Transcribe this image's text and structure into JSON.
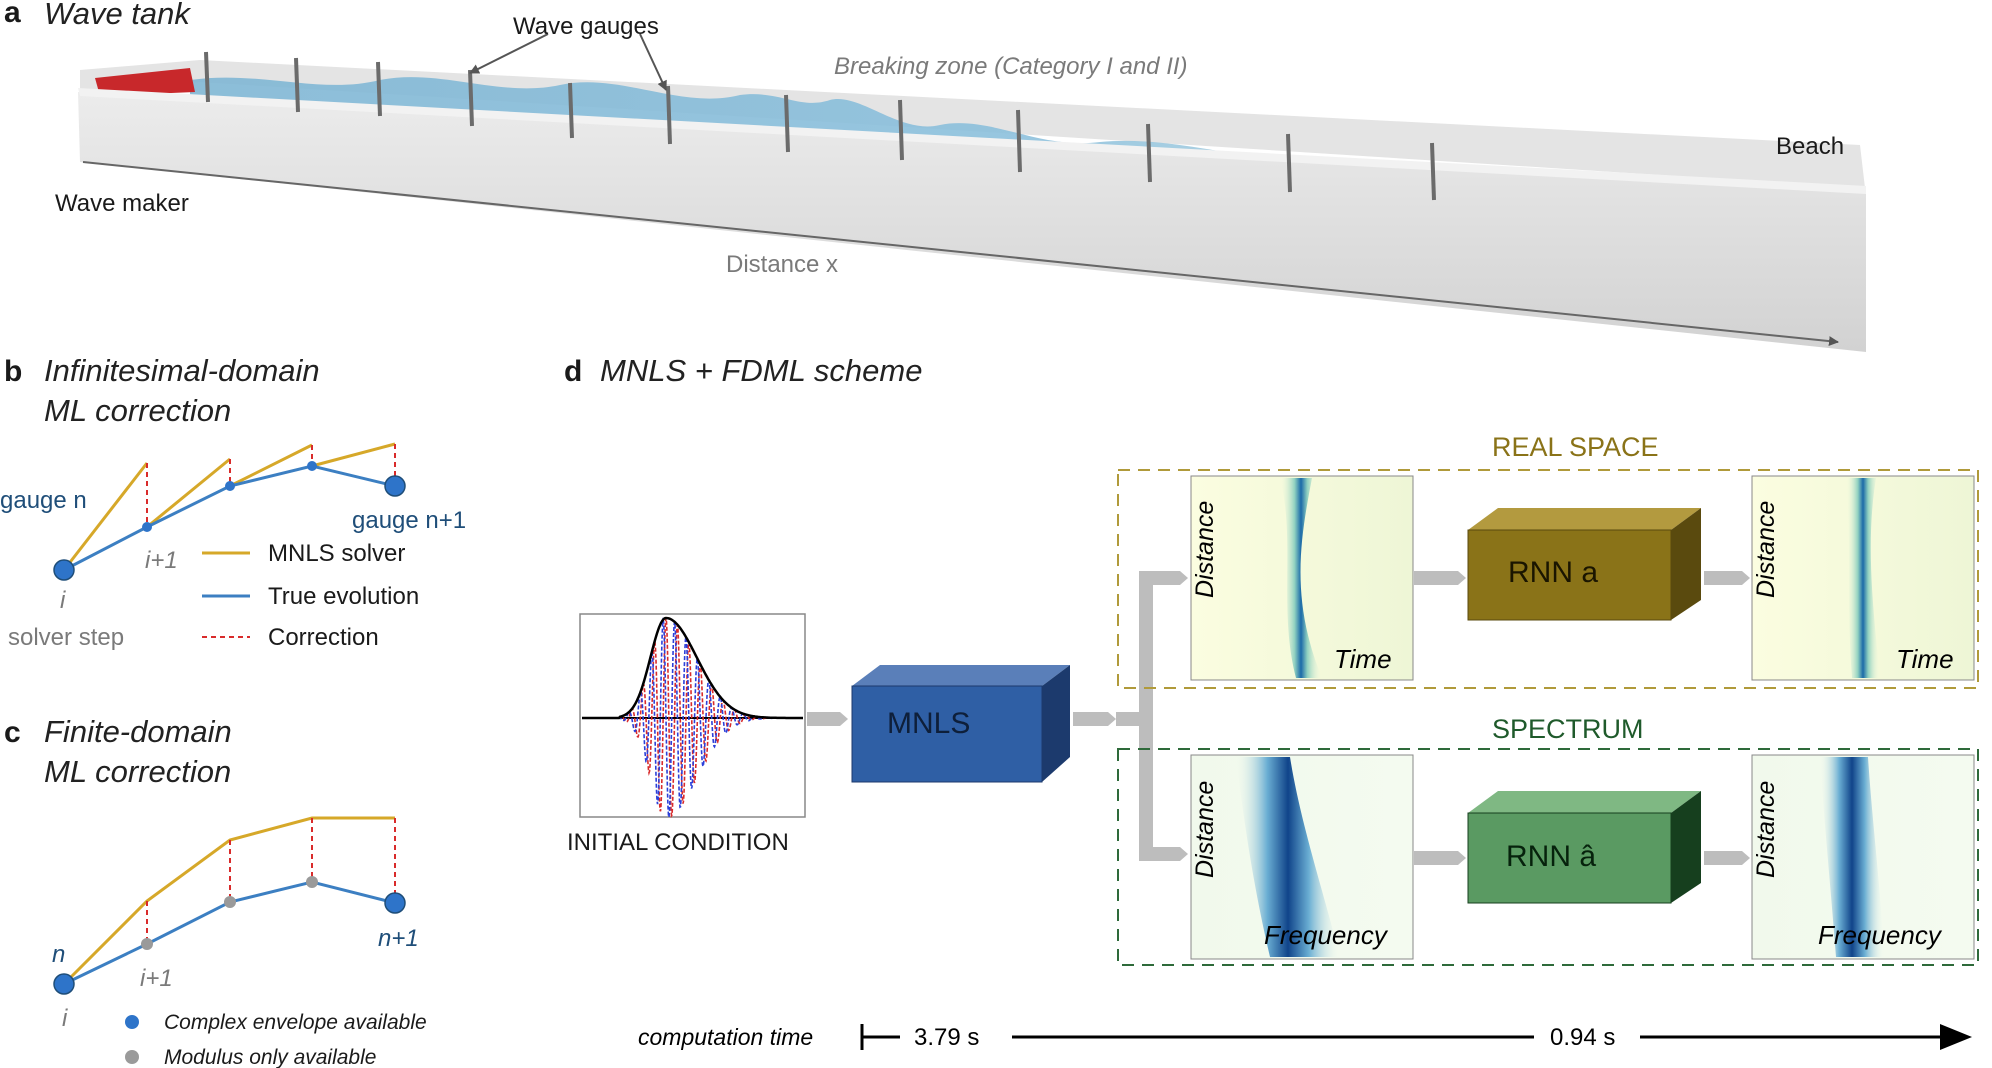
{
  "colors": {
    "mnls_solver": "#d6a829",
    "true_evolution": "#3c7fc2",
    "correction": "#d92b2b",
    "point_full": "#2e74c9",
    "point_modulus": "#9a9a9a",
    "real_space": "#b09a3a",
    "spectrum": "#2e6a3a",
    "mnls_box": "#2f5fa5",
    "rnn_a_box": "#8a7318",
    "rnn_hat_box": "#5a9a62",
    "connector": "#bdbdbd"
  },
  "panel_a": {
    "letter": "a",
    "title": "Wave tank",
    "wave_gauges": "Wave gauges",
    "breaking_zone": "Breaking zone (Category I and II)",
    "beach": "Beach",
    "wave_maker": "Wave maker",
    "distance": "Distance x"
  },
  "panel_b": {
    "letter": "b",
    "title_line1": "Infinitesimal-domain",
    "title_line2": "ML correction",
    "gauge_n": "gauge n",
    "gauge_n1": "gauge n+1",
    "i_label": "i",
    "i1_label": "i+1",
    "solver_step": "solver step",
    "legend": {
      "mnls": "MNLS solver",
      "true": "True evolution",
      "correction": "Correction"
    }
  },
  "panel_c": {
    "letter": "c",
    "title_line1": "Finite-domain",
    "title_line2": "ML correction",
    "n_label": "n",
    "n1_label": "n+1",
    "i_label": "i",
    "i1_label": "i+1",
    "legend": {
      "complex": "Complex envelope available",
      "modulus": "Modulus only available"
    }
  },
  "panel_d": {
    "letter": "d",
    "title": "MNLS + FDML scheme",
    "initial_condition": "INITIAL CONDITION",
    "mnls": "MNLS",
    "real_space": "REAL SPACE",
    "spectrum": "SPECTRUM",
    "rnn_a": "RNN a",
    "rnn_hat": "RNN â",
    "distance": "Distance",
    "time": "Time",
    "frequency": "Frequency",
    "computation_time": "computation time",
    "t1": "3.79 s",
    "t2": "0.94 s"
  }
}
